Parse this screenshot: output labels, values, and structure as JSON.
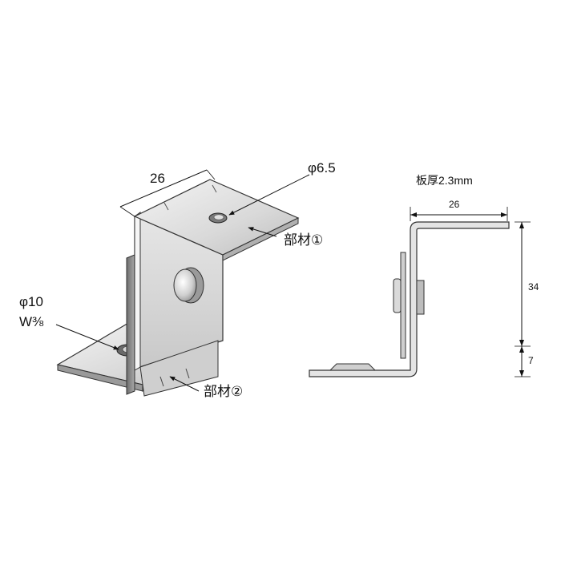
{
  "iso_view": {
    "dim_width": "26",
    "hole_small": "φ6.5",
    "part1": "部材①",
    "hole_large": "φ10",
    "thread": "W⅜",
    "part2": "部材②"
  },
  "side_view": {
    "thickness_note": "板厚2.3mm",
    "dim_width": "26",
    "dim_height_upper": "34",
    "dim_height_lower": "7"
  }
}
